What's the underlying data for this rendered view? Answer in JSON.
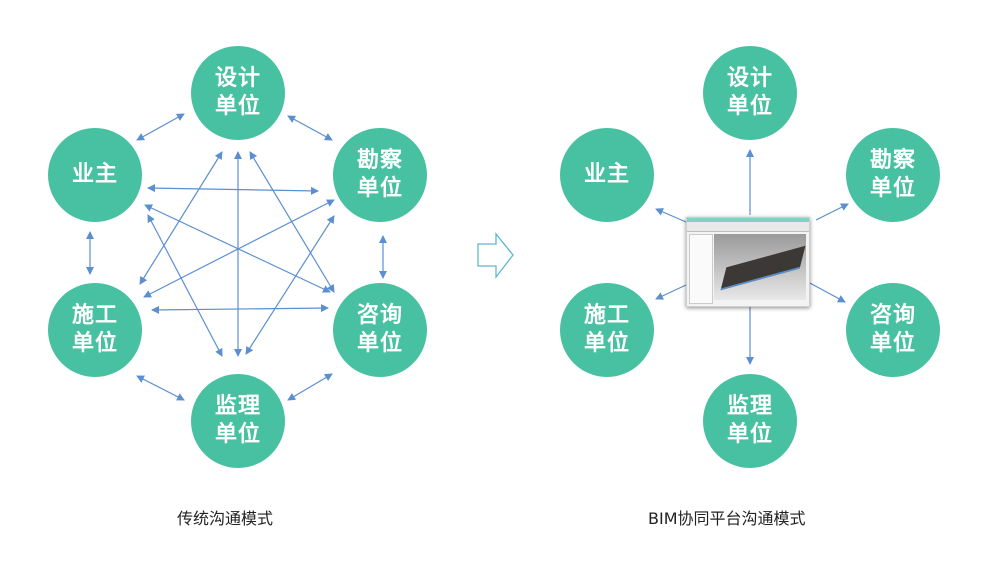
{
  "colors": {
    "node_fill": "#47c1a1",
    "arrow": "#5b8fd1",
    "node_text": "#ffffff"
  },
  "traditional": {
    "caption": "传统沟通模式",
    "nodes": [
      {
        "id": "design",
        "line1": "设计",
        "line2": "单位"
      },
      {
        "id": "owner",
        "line1": "业主",
        "line2": ""
      },
      {
        "id": "survey",
        "line1": "勘察",
        "line2": "单位"
      },
      {
        "id": "construction",
        "line1": "施工",
        "line2": "单位"
      },
      {
        "id": "consulting",
        "line1": "咨询",
        "line2": "单位"
      },
      {
        "id": "supervision",
        "line1": "监理",
        "line2": "单位"
      }
    ]
  },
  "transition_arrow_icon": "hollow-right-arrow",
  "bim": {
    "caption": "BIM协同平台沟通模式",
    "center_image": "bim-software-screenshot",
    "nodes": [
      {
        "id": "design",
        "line1": "设计",
        "line2": "单位"
      },
      {
        "id": "owner",
        "line1": "业主",
        "line2": ""
      },
      {
        "id": "survey",
        "line1": "勘察",
        "line2": "单位"
      },
      {
        "id": "construction",
        "line1": "施工",
        "line2": "单位"
      },
      {
        "id": "consulting",
        "line1": "咨询",
        "line2": "单位"
      },
      {
        "id": "supervision",
        "line1": "监理",
        "line2": "单位"
      }
    ]
  }
}
